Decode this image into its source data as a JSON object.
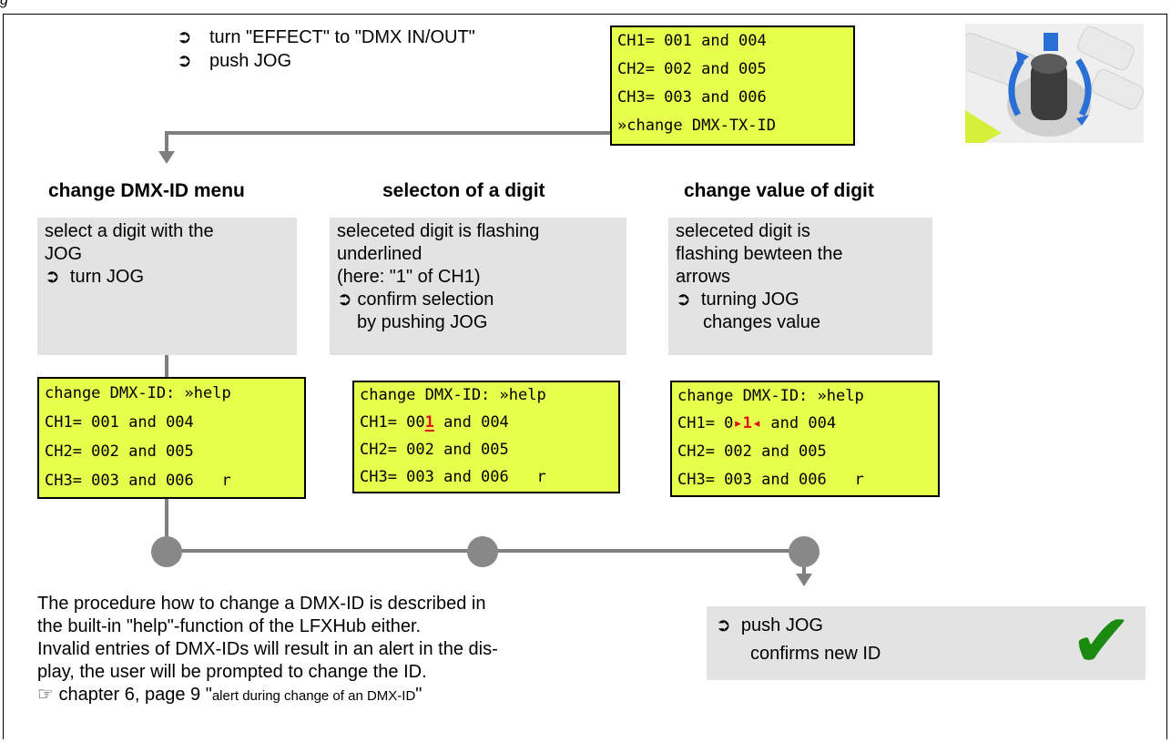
{
  "page_caption": "g",
  "top_steps": [
    "turn \"EFFECT\" to \"DMX IN/OUT\"",
    "push JOG"
  ],
  "top_lcd": [
    "CH1= 001 and 004",
    "CH2= 002 and 005",
    "CH3= 003 and 006",
    "»change DMX-TX-ID"
  ],
  "columns": [
    {
      "title": "change DMX-ID menu",
      "text_lines": [
        "select a digit with the",
        "JOG",
        "turn JOG"
      ],
      "lcd": {
        "header": "change DMX-ID: »help",
        "ch1_prefix": "CH1= 001",
        "ch1_suffix": " and 004",
        "ch2": "CH2= 002 and 005",
        "ch3": "CH3= 003 and 006   r"
      }
    },
    {
      "title": "selecton of a digit",
      "text_lines": [
        "seleceted digit is flashing",
        "underlined",
        "(here: \"1\" of CH1)",
        "confirm selection",
        "by pushing JOG"
      ],
      "lcd": {
        "header": "change DMX-ID: »help",
        "ch1_prefix": "CH1= 00",
        "ch1_digit": "1",
        "ch1_suffix": " and 004",
        "ch2": "CH2= 002 and 005",
        "ch3": "CH3= 003 and 006   r"
      }
    },
    {
      "title": "change value of digit",
      "text_lines": [
        "seleceted digit is",
        "flashing bewteen the",
        "arrows",
        "turning JOG",
        "changes value"
      ],
      "lcd": {
        "header": "change DMX-ID: »help",
        "ch1_prefix": "CH1= 0",
        "ch1_left_arrow": "▸",
        "ch1_digit": "1",
        "ch1_right_arrow": "◂",
        "ch1_suffix": " and 004",
        "ch2": "CH2= 002 and 005",
        "ch3": "CH3= 003 and 006   r"
      }
    }
  ],
  "final_box": {
    "lines": [
      "push JOG",
      "confirms new ID"
    ]
  },
  "bottom_paragraph": [
    "The procedure how to change a DMX-ID is described in",
    "the built-in \"help\"-function of the LFXHub either.",
    "Invalid entries of DMX-IDs will result in an alert in the dis-",
    "play, the user will be prompted to change the ID."
  ],
  "reference": {
    "pointer": "☞",
    "main": "chapter 6, page 9 \"",
    "small": "alert during change of an DMX-ID",
    "end": "\""
  },
  "icons": {
    "step_arrow": "➲",
    "check": "✔"
  },
  "colors": {
    "lcd": "#e6ff4d",
    "box": "#e3e3e3",
    "connector": "#7f7f7f",
    "dot": "#888888",
    "check": "#1a8a10",
    "highlight": "#e0121a"
  }
}
